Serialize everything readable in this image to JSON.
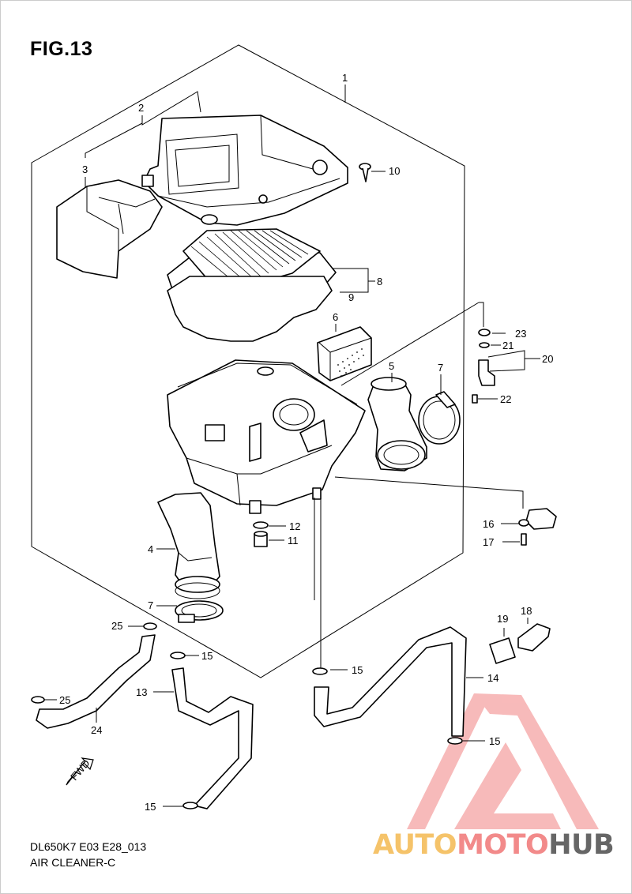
{
  "figure": {
    "title": "FIG.13",
    "code": "DL650K7 E03 E28_013",
    "name": "AIR CLEANER-C",
    "fwd_label": "FWD"
  },
  "callouts": [
    {
      "id": "1",
      "text": "1"
    },
    {
      "id": "2",
      "text": "2"
    },
    {
      "id": "3",
      "text": "3"
    },
    {
      "id": "4",
      "text": "4"
    },
    {
      "id": "5",
      "text": "5"
    },
    {
      "id": "6",
      "text": "6"
    },
    {
      "id": "7a",
      "text": "7"
    },
    {
      "id": "7b",
      "text": "7"
    },
    {
      "id": "8",
      "text": "8"
    },
    {
      "id": "9",
      "text": "9"
    },
    {
      "id": "10",
      "text": "10"
    },
    {
      "id": "11",
      "text": "11"
    },
    {
      "id": "12",
      "text": "12"
    },
    {
      "id": "13",
      "text": "13"
    },
    {
      "id": "14",
      "text": "14"
    },
    {
      "id": "15a",
      "text": "15"
    },
    {
      "id": "15b",
      "text": "15"
    },
    {
      "id": "15c",
      "text": "15"
    },
    {
      "id": "15d",
      "text": "15"
    },
    {
      "id": "16",
      "text": "16"
    },
    {
      "id": "17",
      "text": "17"
    },
    {
      "id": "18",
      "text": "18"
    },
    {
      "id": "19",
      "text": "19"
    },
    {
      "id": "20",
      "text": "20"
    },
    {
      "id": "21",
      "text": "21"
    },
    {
      "id": "22",
      "text": "22"
    },
    {
      "id": "23",
      "text": "23"
    },
    {
      "id": "24",
      "text": "24"
    },
    {
      "id": "25a",
      "text": "25"
    },
    {
      "id": "25b",
      "text": "25"
    }
  ],
  "watermark": {
    "part1": "AUTO",
    "part2": "MOTO",
    "part3": "HUB",
    "colors": {
      "auto": "#f5c36a",
      "moto": "#f28a8a",
      "hub": "#666666",
      "triangle": "#f5a3a3"
    }
  }
}
